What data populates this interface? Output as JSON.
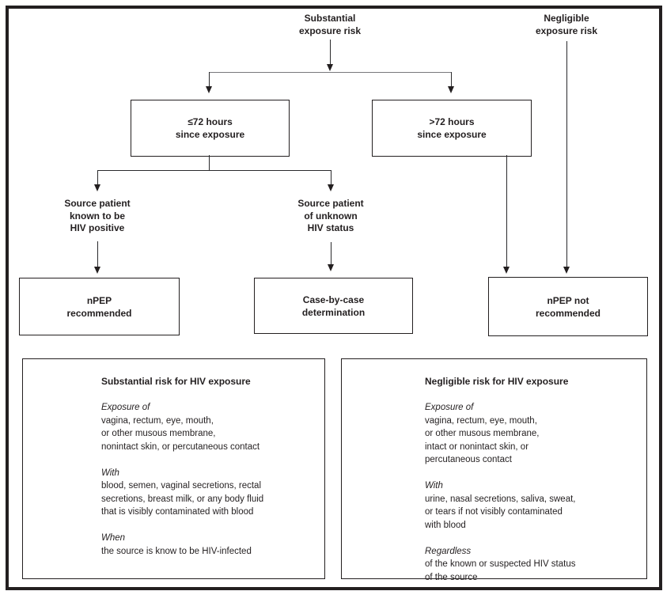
{
  "colors": {
    "ink": "#231f20",
    "branch_line_gray": "#77787b"
  },
  "flowchart": {
    "top_labels": {
      "substantial": "Substantial\nexposure risk",
      "negligible": "Negligible\nexposure risk"
    },
    "boxes": {
      "le72": "≤72 hours\nsince exposure",
      "gt72": ">72 hours\nsince exposure",
      "npep_recommended": "nPEP\nrecommended",
      "case_by_case": "Case-by-case\ndetermination",
      "npep_not_recommended": "nPEP not\nrecommended"
    },
    "mid_labels": {
      "source_known": "Source patient\nknown to be\nHIV positive",
      "source_unknown": "Source patient\nof unknown\nHIV status"
    }
  },
  "panels": {
    "substantial": {
      "title": "Substantial risk for HIV exposure",
      "sections": [
        {
          "lead": "Exposure of",
          "body": "vagina, rectum, eye, mouth,\nor other musous membrane,\nnonintact skin, or percutaneous contact"
        },
        {
          "lead": "With",
          "body": "blood, semen, vaginal secretions, rectal\nsecretions, breast milk, or any body fluid\nthat is visibly contaminated with blood"
        },
        {
          "lead": "When",
          "body": "the source is know to be HIV-infected"
        }
      ]
    },
    "negligible": {
      "title": "Negligible risk for HIV exposure",
      "sections": [
        {
          "lead": "Exposure of",
          "body": "vagina, rectum, eye, mouth,\nor other musous membrane,\nintact or nonintact skin, or\npercutaneous contact"
        },
        {
          "lead": "With",
          "body": "urine, nasal secretions, saliva, sweat,\nor tears if not visibly contaminated\nwith blood"
        },
        {
          "lead": "Regardless",
          "body": "of the known or suspected HIV status\nof the source"
        }
      ]
    }
  }
}
